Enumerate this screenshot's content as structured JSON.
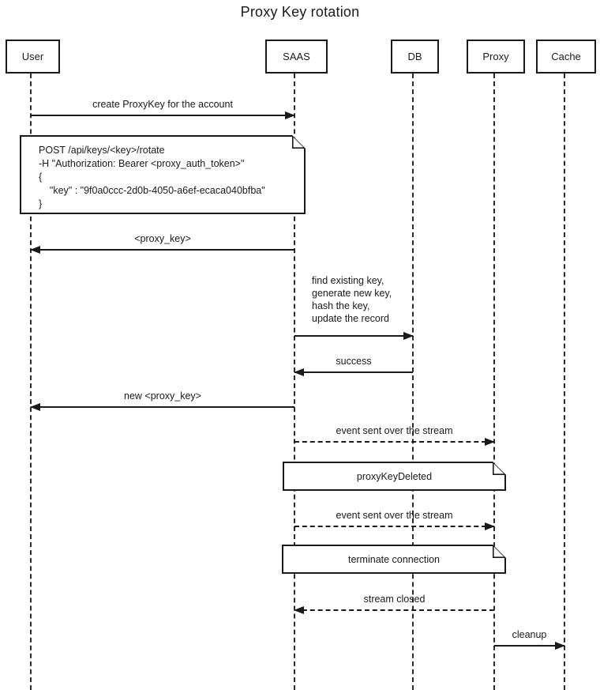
{
  "title": "Proxy Key rotation",
  "actors": [
    "User",
    "SAAS",
    "DB",
    "Proxy",
    "Cache"
  ],
  "messages": {
    "create_proxykey": "create ProxyKey for the account",
    "return_proxy_key": "<proxy_key>",
    "db_update": "find existing key,\ngenerate new key,\nhash the key,\nupdate the record",
    "db_success": "success",
    "new_proxy_key": "new <proxy_key>",
    "event_stream_1": "event sent over the stream",
    "event_stream_2": "event sent over the stream",
    "stream_closed": "stream closed",
    "cleanup": "cleanup"
  },
  "notes": {
    "rotate_request": "POST /api/keys/<key>/rotate\n-H \"Authorization: Bearer <proxy_auth_token>\"\n{\n    \"key\" : \"9f0a0ccc-2d0b-4050-a6ef-ecaca040bfba\"\n}",
    "proxy_key_deleted": "proxyKeyDeleted",
    "terminate_connection": "terminate connection"
  },
  "colors": {
    "line": "#1a1a1a",
    "background": "#ffffff"
  }
}
